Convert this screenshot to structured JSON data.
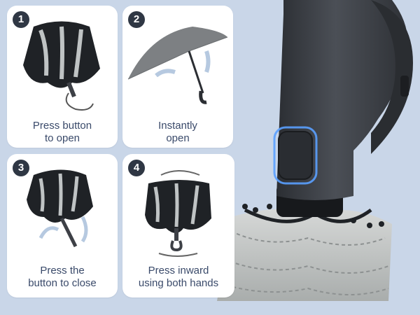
{
  "steps": [
    {
      "number": "1",
      "line1": "Press button",
      "line2": "to open"
    },
    {
      "number": "2",
      "line1": "Instantly",
      "line2": "open"
    },
    {
      "number": "3",
      "line1": "Press the",
      "line2": "button to close"
    },
    {
      "number": "4",
      "line1": "Press inward",
      "line2": "using both hands"
    }
  ],
  "colors": {
    "background": "#c9d6e8",
    "card": "#ffffff",
    "badge": "#2f3744",
    "caption_text": "#3a4a6a",
    "umbrella_dark": "#1f2226",
    "umbrella_lining": "#bfc3c4",
    "handle": "#3d4046",
    "glow": "#5aa0ff"
  }
}
